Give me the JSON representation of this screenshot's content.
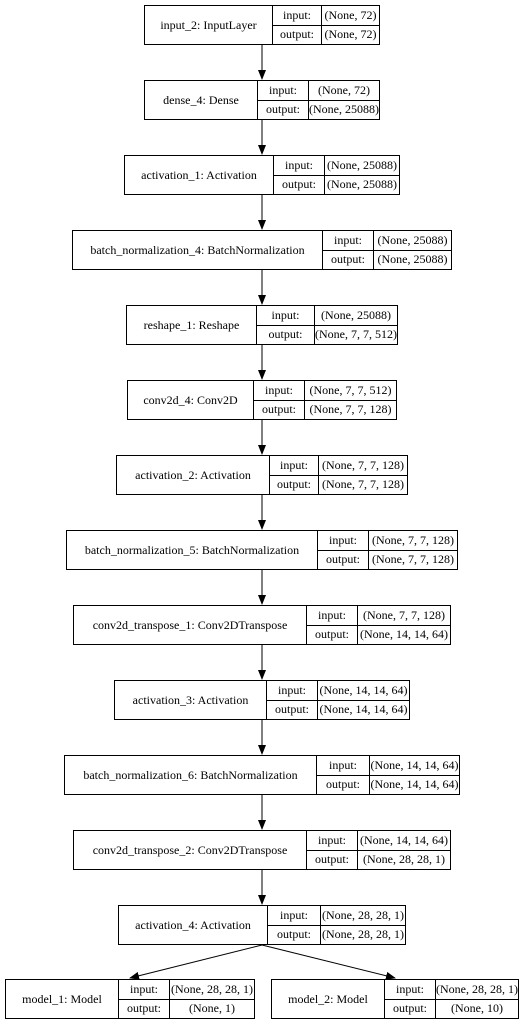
{
  "diagram": {
    "io_labels": {
      "input": "input:",
      "output": "output:"
    },
    "nodes": [
      {
        "id": "input_2",
        "name": "input_2: InputLayer",
        "input": "(None, 72)",
        "output": "(None, 72)"
      },
      {
        "id": "dense_4",
        "name": "dense_4: Dense",
        "input": "(None, 72)",
        "output": "(None, 25088)"
      },
      {
        "id": "activation_1",
        "name": "activation_1: Activation",
        "input": "(None, 25088)",
        "output": "(None, 25088)"
      },
      {
        "id": "batch_normalization_4",
        "name": "batch_normalization_4: BatchNormalization",
        "input": "(None, 25088)",
        "output": "(None, 25088)"
      },
      {
        "id": "reshape_1",
        "name": "reshape_1: Reshape",
        "input": "(None, 25088)",
        "output": "(None, 7, 7, 512)"
      },
      {
        "id": "conv2d_4",
        "name": "conv2d_4: Conv2D",
        "input": "(None, 7, 7, 512)",
        "output": "(None, 7, 7, 128)"
      },
      {
        "id": "activation_2",
        "name": "activation_2: Activation",
        "input": "(None, 7, 7, 128)",
        "output": "(None, 7, 7, 128)"
      },
      {
        "id": "batch_normalization_5",
        "name": "batch_normalization_5: BatchNormalization",
        "input": "(None, 7, 7, 128)",
        "output": "(None, 7, 7, 128)"
      },
      {
        "id": "conv2d_transpose_1",
        "name": "conv2d_transpose_1: Conv2DTranspose",
        "input": "(None, 7, 7, 128)",
        "output": "(None, 14, 14, 64)"
      },
      {
        "id": "activation_3",
        "name": "activation_3: Activation",
        "input": "(None, 14, 14, 64)",
        "output": "(None, 14, 14, 64)"
      },
      {
        "id": "batch_normalization_6",
        "name": "batch_normalization_6: BatchNormalization",
        "input": "(None, 14, 14, 64)",
        "output": "(None, 14, 14, 64)"
      },
      {
        "id": "conv2d_transpose_2",
        "name": "conv2d_transpose_2: Conv2DTranspose",
        "input": "(None, 14, 14, 64)",
        "output": "(None, 28, 28, 1)"
      },
      {
        "id": "activation_4",
        "name": "activation_4: Activation",
        "input": "(None, 28, 28, 1)",
        "output": "(None, 28, 28, 1)"
      },
      {
        "id": "model_1",
        "name": "model_1: Model",
        "input": "(None, 28, 28, 1)",
        "output": "(None, 1)"
      },
      {
        "id": "model_2",
        "name": "model_2: Model",
        "input": "(None, 28, 28, 1)",
        "output": "(None, 10)"
      }
    ],
    "edges": [
      [
        "input_2",
        "dense_4"
      ],
      [
        "dense_4",
        "activation_1"
      ],
      [
        "activation_1",
        "batch_normalization_4"
      ],
      [
        "batch_normalization_4",
        "reshape_1"
      ],
      [
        "reshape_1",
        "conv2d_4"
      ],
      [
        "conv2d_4",
        "activation_2"
      ],
      [
        "activation_2",
        "batch_normalization_5"
      ],
      [
        "batch_normalization_5",
        "conv2d_transpose_1"
      ],
      [
        "conv2d_transpose_1",
        "activation_3"
      ],
      [
        "activation_3",
        "batch_normalization_6"
      ],
      [
        "batch_normalization_6",
        "conv2d_transpose_2"
      ],
      [
        "conv2d_transpose_2",
        "activation_4"
      ],
      [
        "activation_4",
        "model_1"
      ],
      [
        "activation_4",
        "model_2"
      ]
    ]
  }
}
